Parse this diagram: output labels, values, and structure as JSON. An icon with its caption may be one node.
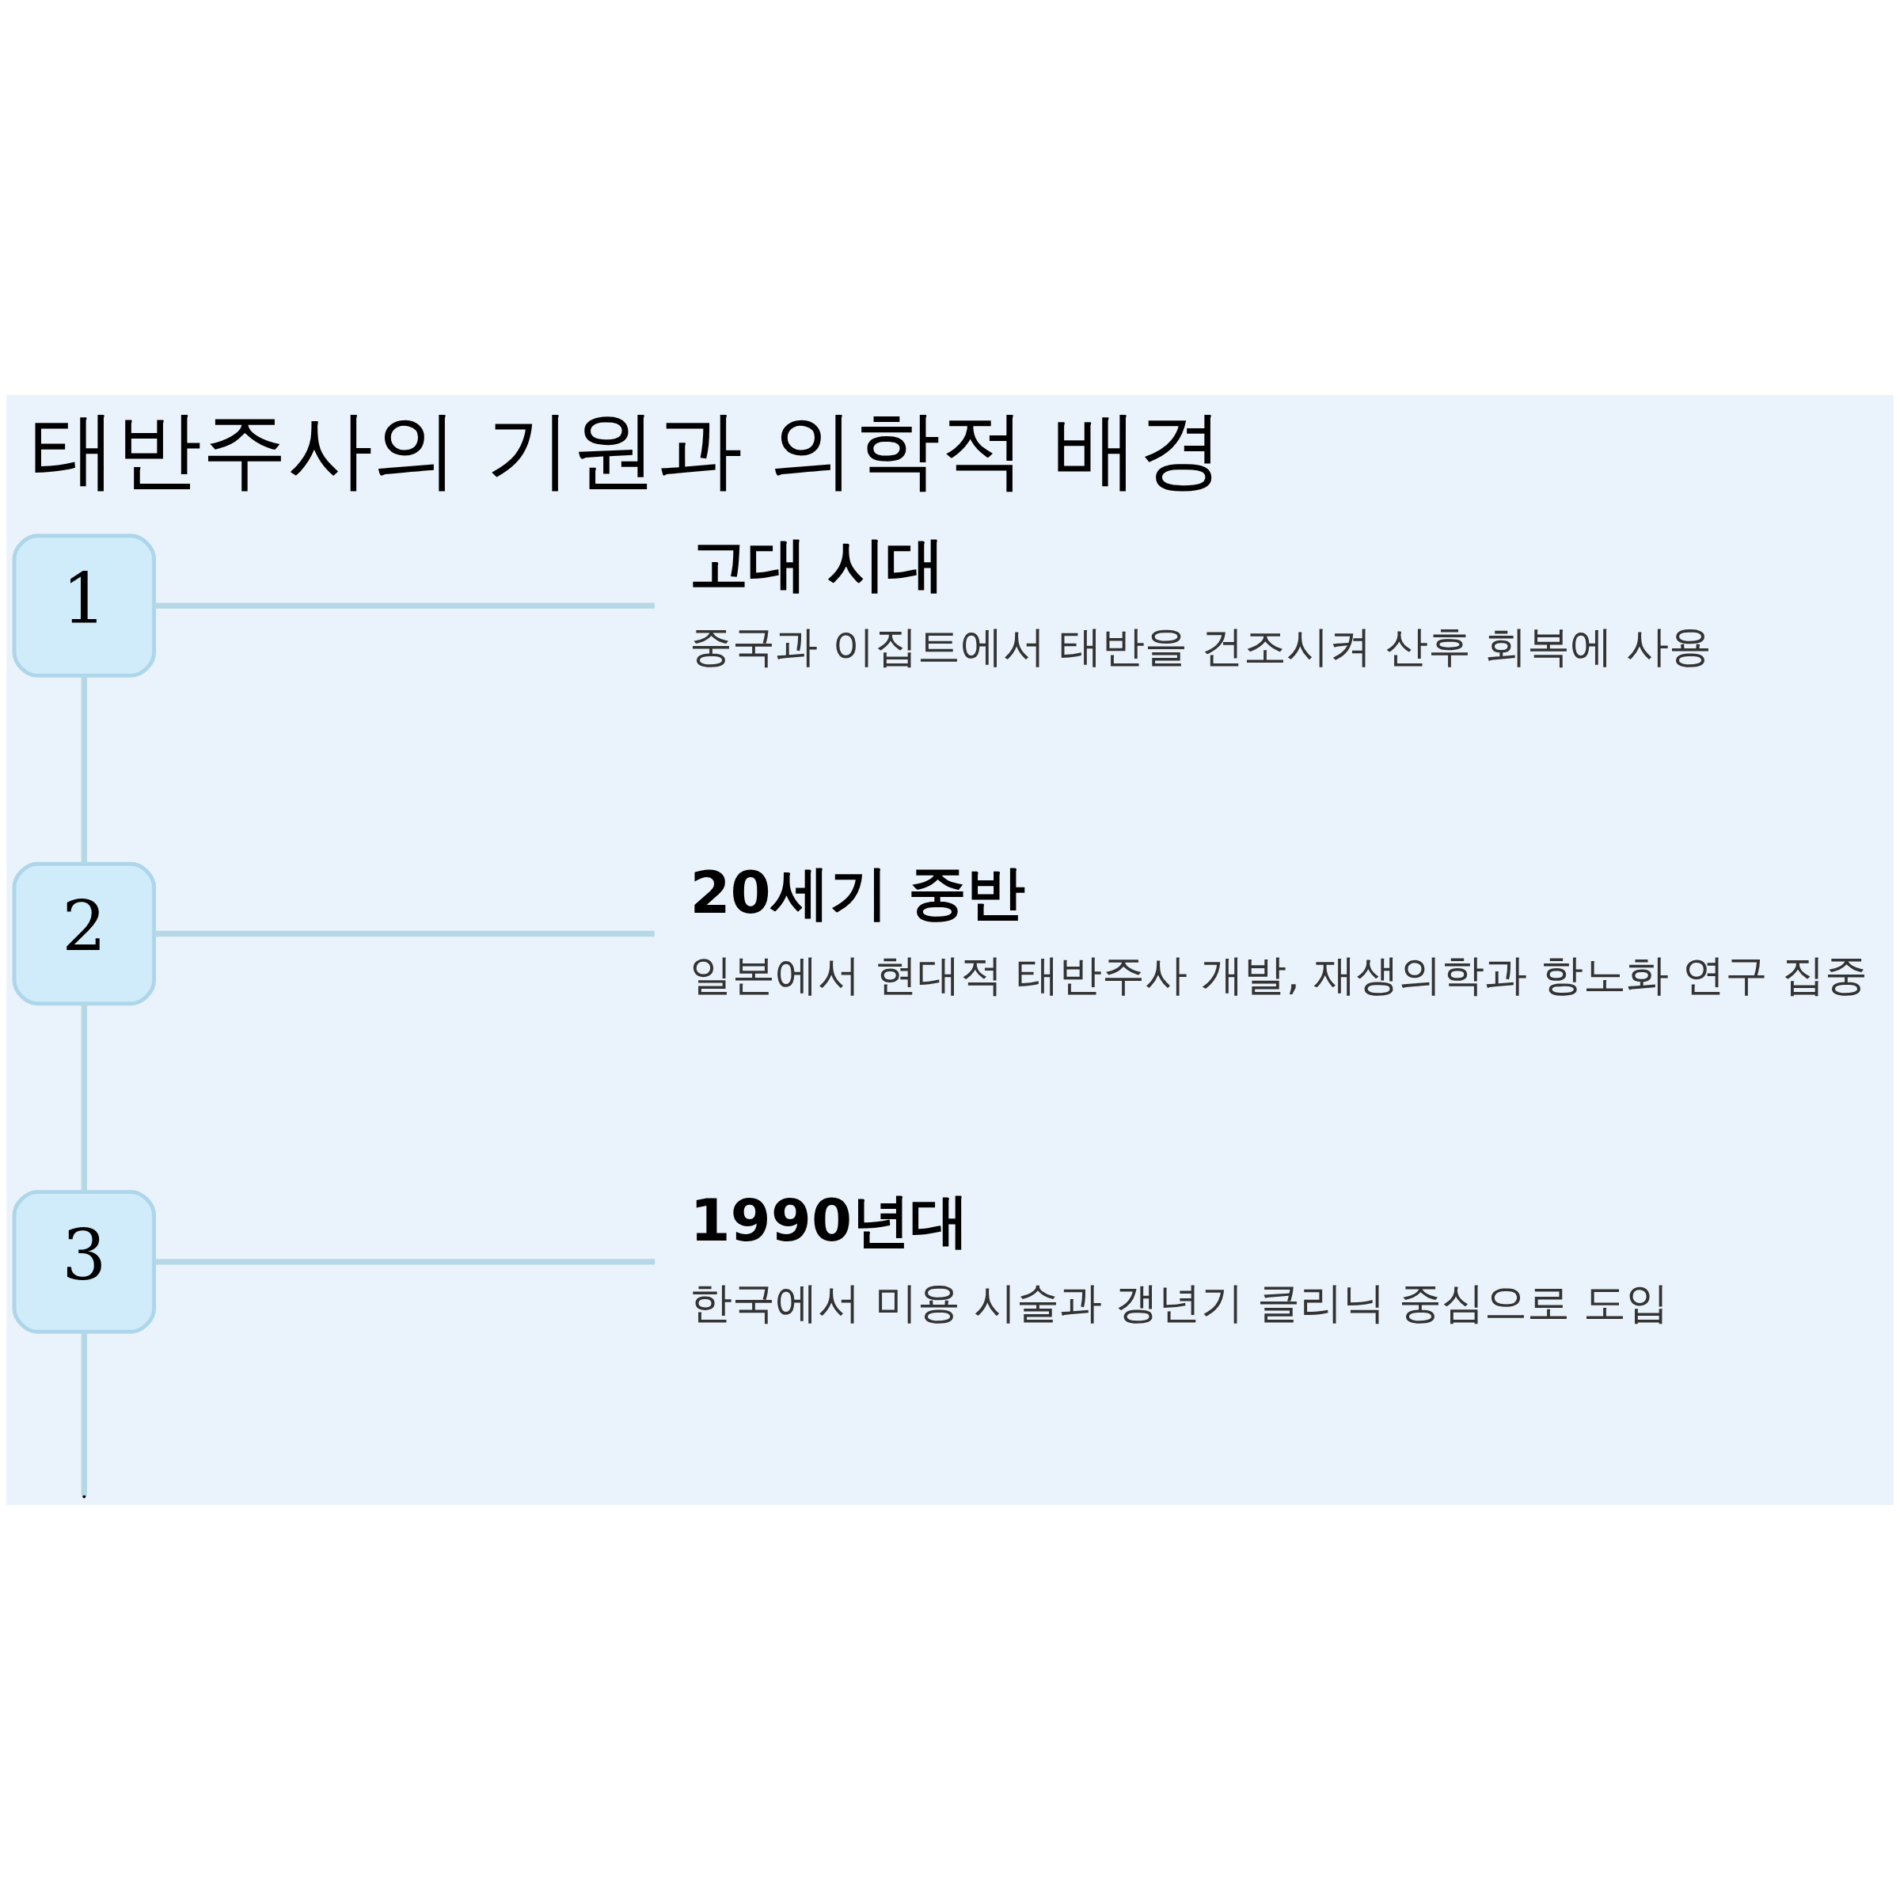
{
  "diagram": {
    "title": "태반주사의 기원과 의학적 배경",
    "nodes": [
      {
        "text": [
          "1"
        ]
      },
      {
        "text": [
          "고대 시대",
          "중국과 이집트에서 태반을 건조시켜 산후 회복에 사용"
        ]
      },
      {
        "text": [
          "2"
        ]
      },
      {
        "text": [
          "20세기 중반",
          "일본에서 현대적 태반주사 개발, 재생의학과 항노화 연구 집중"
        ]
      },
      {
        "text": [
          "3"
        ]
      },
      {
        "text": [
          "1990년대",
          "한국에서 미용 시술과 갱년기 클리닉 중심으로 도입"
        ]
      }
    ],
    "edges": [
      {
        "from": 0,
        "to": 1,
        "arrow": "none"
      },
      {
        "from": 0,
        "to": 2,
        "arrow": "none"
      },
      {
        "from": 2,
        "to": 3,
        "arrow": "none"
      },
      {
        "from": 2,
        "to": 4,
        "arrow": "none"
      },
      {
        "from": 4,
        "to": 5,
        "arrow": "none"
      },
      {
        "from": 4,
        "to": null,
        "arrow": "none"
      }
    ]
  }
}
